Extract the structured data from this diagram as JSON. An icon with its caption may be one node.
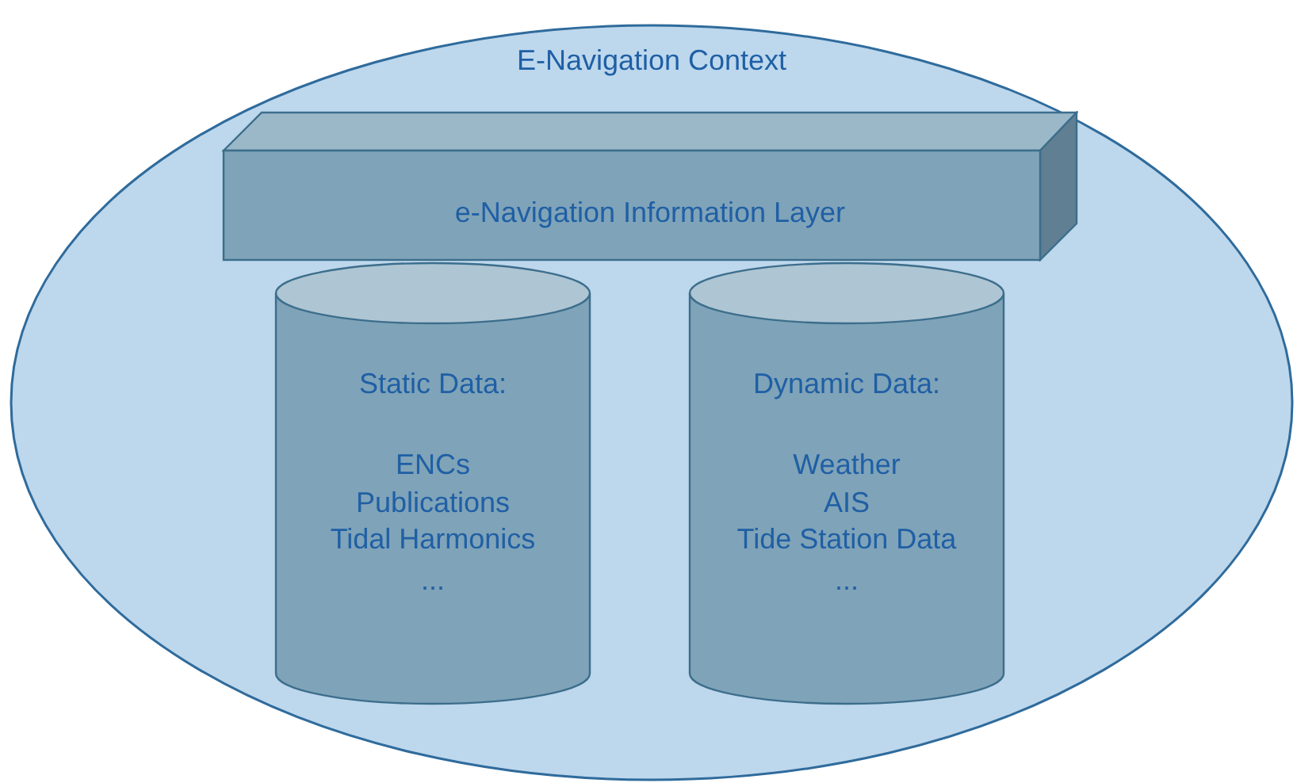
{
  "diagram": {
    "nodes": [
      {
        "text": [
          "E-Navigation Context"
        ]
      },
      {
        "text": [
          "e-Navigation Information Layer"
        ],
        "in": 0
      },
      {
        "text": [
          "Static Data:",
          "ENCs",
          "Publications",
          "Tidal Harmonics",
          "..."
        ],
        "in": 0
      },
      {
        "text": [
          "Dynamic Data:",
          "Weather",
          "AIS",
          "Tide Station Data",
          "..."
        ],
        "in": 0
      }
    ]
  }
}
